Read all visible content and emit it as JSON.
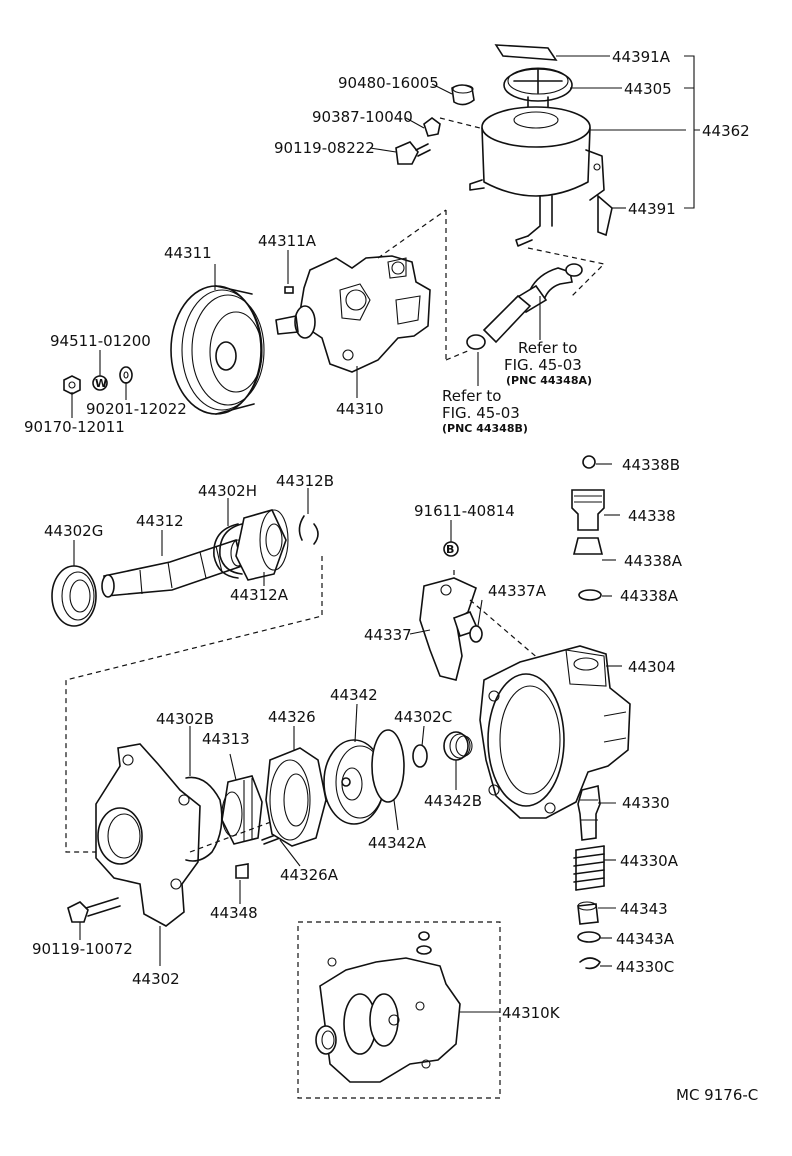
{
  "labels": {
    "p44391A": "44391A",
    "p44305": "44305",
    "p44362": "44362",
    "p44391": "44391",
    "p90480": "90480-16005",
    "p90387": "90387-10040",
    "p90119a": "90119-08222",
    "p44311": "44311",
    "p44311A": "44311A",
    "p94511": "94511-01200",
    "p90201": "90201-12022",
    "p90170": "90170-12011",
    "p44310": "44310",
    "p44302G": "44302G",
    "p44312": "44312",
    "p44302H": "44302H",
    "p44312B": "44312B",
    "p44312A": "44312A",
    "p91611": "91611-40814",
    "p44337A": "44337A",
    "p44337": "44337",
    "p44338B": "44338B",
    "p44338": "44338",
    "p44338A1": "44338A",
    "p44338A2": "44338A",
    "p44304": "44304",
    "p44302B": "44302B",
    "p44313": "44313",
    "p44326": "44326",
    "p44342": "44342",
    "p44302C": "44302C",
    "p44342B": "44342B",
    "p44342A": "44342A",
    "p44326A": "44326A",
    "p44348": "44348",
    "p90119b": "90119-10072",
    "p44302": "44302",
    "p44330": "44330",
    "p44330A": "44330A",
    "p44343": "44343",
    "p44343A": "44343A",
    "p44330C": "44330C",
    "p44310K": "44310K"
  },
  "refs": {
    "ref1_line1": "Refer to",
    "ref1_line2": "FIG. 45-03",
    "ref1_line3": "(PNC 44348A)",
    "ref2_line1": "Refer to",
    "ref2_line2": "FIG. 45-03",
    "ref2_line3": "(PNC 44348B)"
  },
  "marks": {
    "washer_w": "W",
    "bolt_b": "B"
  },
  "footer": {
    "code": "MC  9176-C"
  }
}
